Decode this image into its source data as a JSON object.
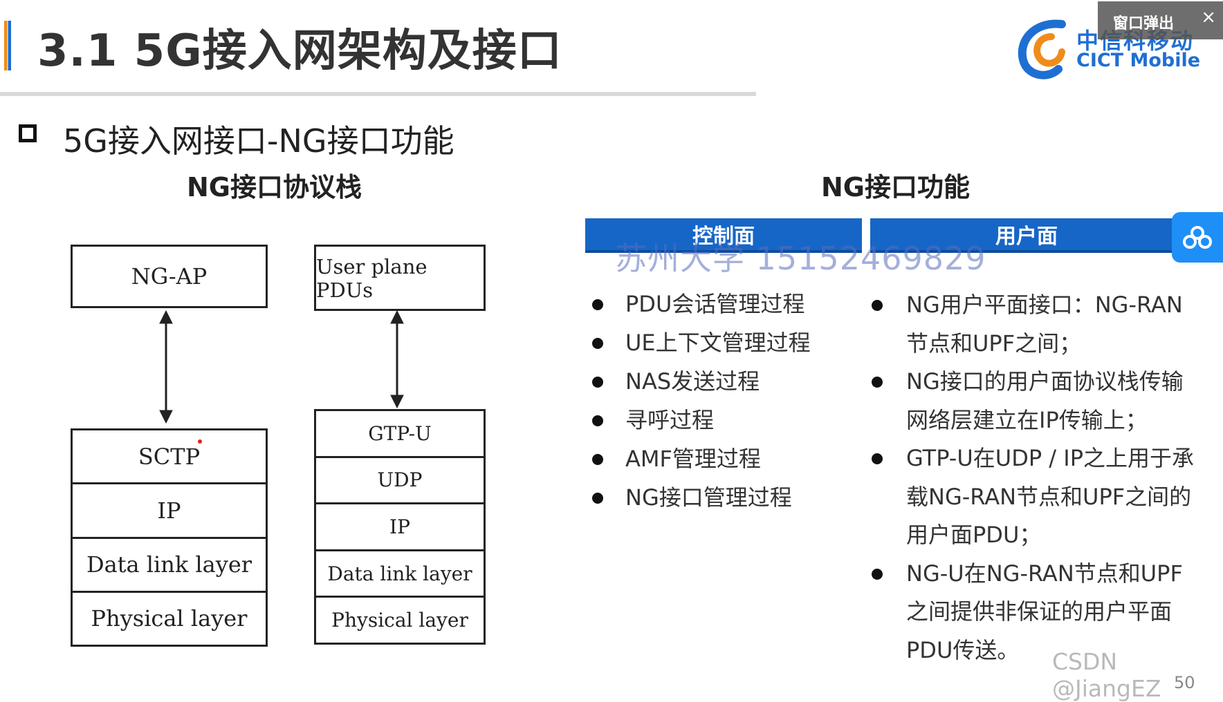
{
  "header": {
    "title": "3.1 5G接入网架构及接口",
    "logo_cn": "中信科移动",
    "logo_en": "CICT Mobile"
  },
  "popup": {
    "label": "窗口弹出",
    "close": "×"
  },
  "section": {
    "title": "5G接入网接口-NG接口功能"
  },
  "stack": {
    "heading": "NG接口协议栈",
    "control": {
      "top": "NG-AP",
      "layers": [
        "SCTP",
        "IP",
        "Data link layer",
        "Physical layer"
      ]
    },
    "user": {
      "top": "User plane PDUs",
      "layers": [
        "GTP-U",
        "UDP",
        "IP",
        "Data link layer",
        "Physical layer"
      ]
    }
  },
  "functions": {
    "heading": "NG接口功能",
    "control_tab": "控制面",
    "user_tab": "用户面",
    "control_items": [
      "PDU会话管理过程",
      "UE上下文管理过程",
      "NAS发送过程",
      "寻呼过程",
      "AMF管理过程",
      "NG接口管理过程"
    ],
    "user_items": [
      [
        "NG用户平面接口：NG-RAN",
        "节点和UPF之间；"
      ],
      [
        "NG接口的用户面协议栈传输",
        "网络层建立在IP传输上；"
      ],
      [
        "GTP-U在UDP / IP之上用于承",
        "载NG-RAN节点和UPF之间的",
        "用户面PDU；"
      ],
      [
        "NG-U在NG-RAN节点和UPF",
        "之间提供非保证的用户平面",
        "PDU传送。"
      ]
    ]
  },
  "watermark": "苏州大学 15152469829",
  "footer": {
    "csdn": "CSDN @JiangEZ",
    "page": "50"
  },
  "colors": {
    "accent_blue": "#1666c8",
    "title_orange": "#f08c1a"
  },
  "icons": {
    "float_button": "share-cloud-icon"
  }
}
